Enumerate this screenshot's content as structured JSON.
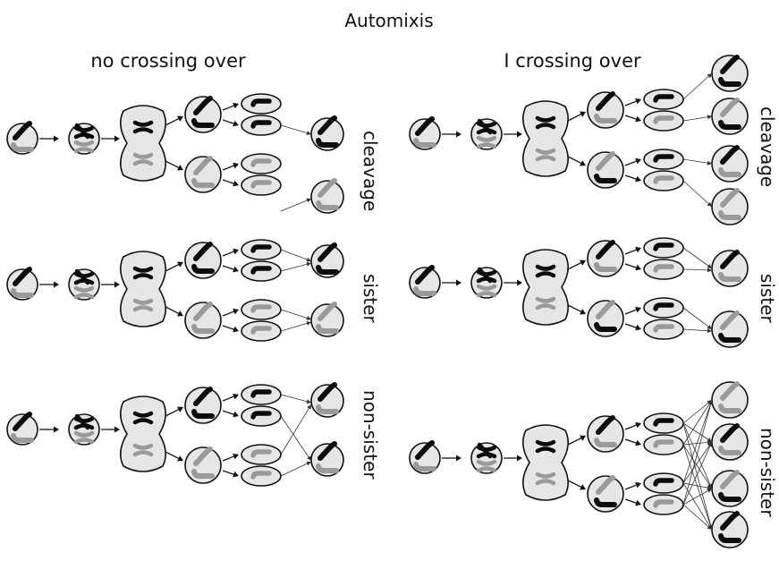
{
  "title": "Automixis",
  "panels": {
    "left": {
      "heading": "no crossing over"
    },
    "right": {
      "heading": "I crossing over"
    }
  },
  "rows": {
    "cleavage": "cleavage",
    "sister": "sister",
    "non_sister": "non-sister"
  },
  "colors": {
    "maternal": "#0b0b0b",
    "paternal": "#9a9a9a",
    "cell_fill": "#e6e6e6"
  }
}
